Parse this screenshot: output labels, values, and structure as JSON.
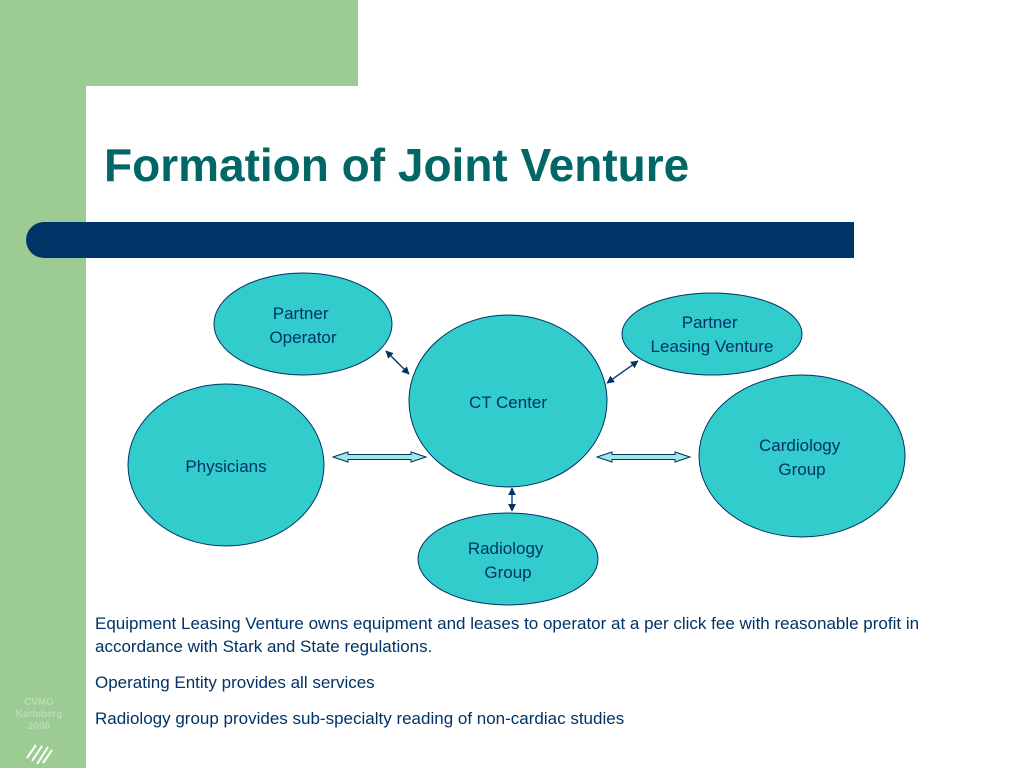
{
  "colors": {
    "side_green": "#9ccc93",
    "title_teal": "#006666",
    "bar_navy": "#003366",
    "node_fill": "#33cccc",
    "node_stroke": "#003366",
    "text_navy": "#003366"
  },
  "slide": {
    "title": "Formation of Joint Venture"
  },
  "diagram": {
    "nodes": {
      "partner_operator": [
        "Partner",
        "Operator"
      ],
      "partner_leasing": [
        "Partner",
        "Leasing Venture"
      ],
      "ct_center": [
        "CT Center"
      ],
      "physicians": [
        "Physicians"
      ],
      "cardiology": [
        "Cardiology",
        "Group"
      ],
      "radiology": [
        "Radiology",
        "Group"
      ]
    }
  },
  "body": {
    "paragraphs": [
      "Equipment Leasing Venture owns equipment and leases to operator at a per click fee with reasonable profit in accordance with Stark and State regulations.",
      "Operating Entity provides all services",
      "Radiology group provides sub-specialty reading of non-cardiac studies"
    ]
  },
  "watermark": {
    "lines": [
      "CVMG",
      "Karlsberg",
      "2008"
    ]
  }
}
